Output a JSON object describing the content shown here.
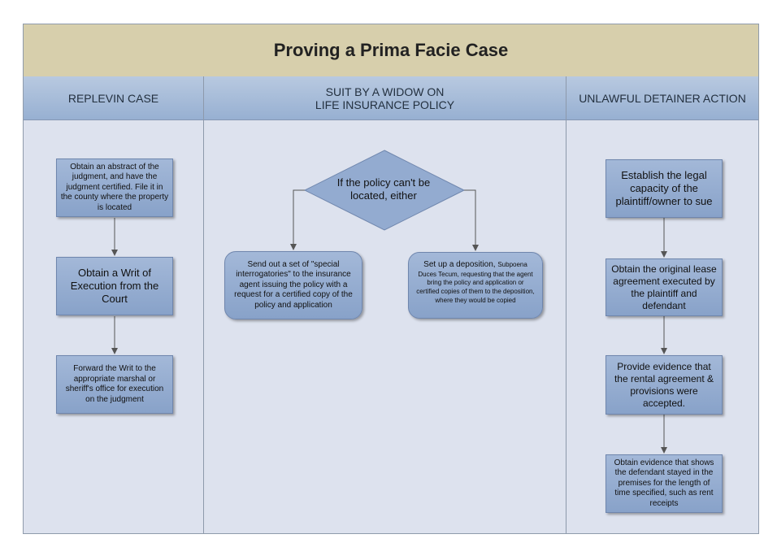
{
  "title": "Proving a Prima Facie Case",
  "lanes": {
    "replevin": "REPLEVIN CASE",
    "widow": "SUIT BY A WIDOW ON\nLIFE INSURANCE POLICY",
    "detainer": "UNLAWFUL DETAINER ACTION"
  },
  "replevin_steps": [
    "Obtain an abstract of the judgment, and have the judgment certified.  File it in the county where the property is located",
    "Obtain a Writ of Execution from the Court",
    "Forward the Writ to the appropriate marshal or sheriff's office for execution on the judgment"
  ],
  "widow": {
    "decision": "If the policy can't be located, either",
    "left_option": "Send out a set of \"special interrogatories\" to the insurance agent issuing the policy with a request for a certified copy of the policy and application",
    "right_option_prefix": "Set up a deposition, ",
    "right_option_rest": "Subpoena Duces Tecum, requesting that the agent bring the policy and application or certified copies of them to the deposition, where they would be copied"
  },
  "detainer_steps": [
    "Establish the legal capacity of the plaintiff/owner to sue",
    "Obtain the original lease agreement executed by the plaintiff and defendant",
    "Provide evidence that the rental agreement & provisions were accepted.",
    "Obtain evidence that shows the defendant stayed in the premises for the length of time specified, such as rent receipts"
  ]
}
